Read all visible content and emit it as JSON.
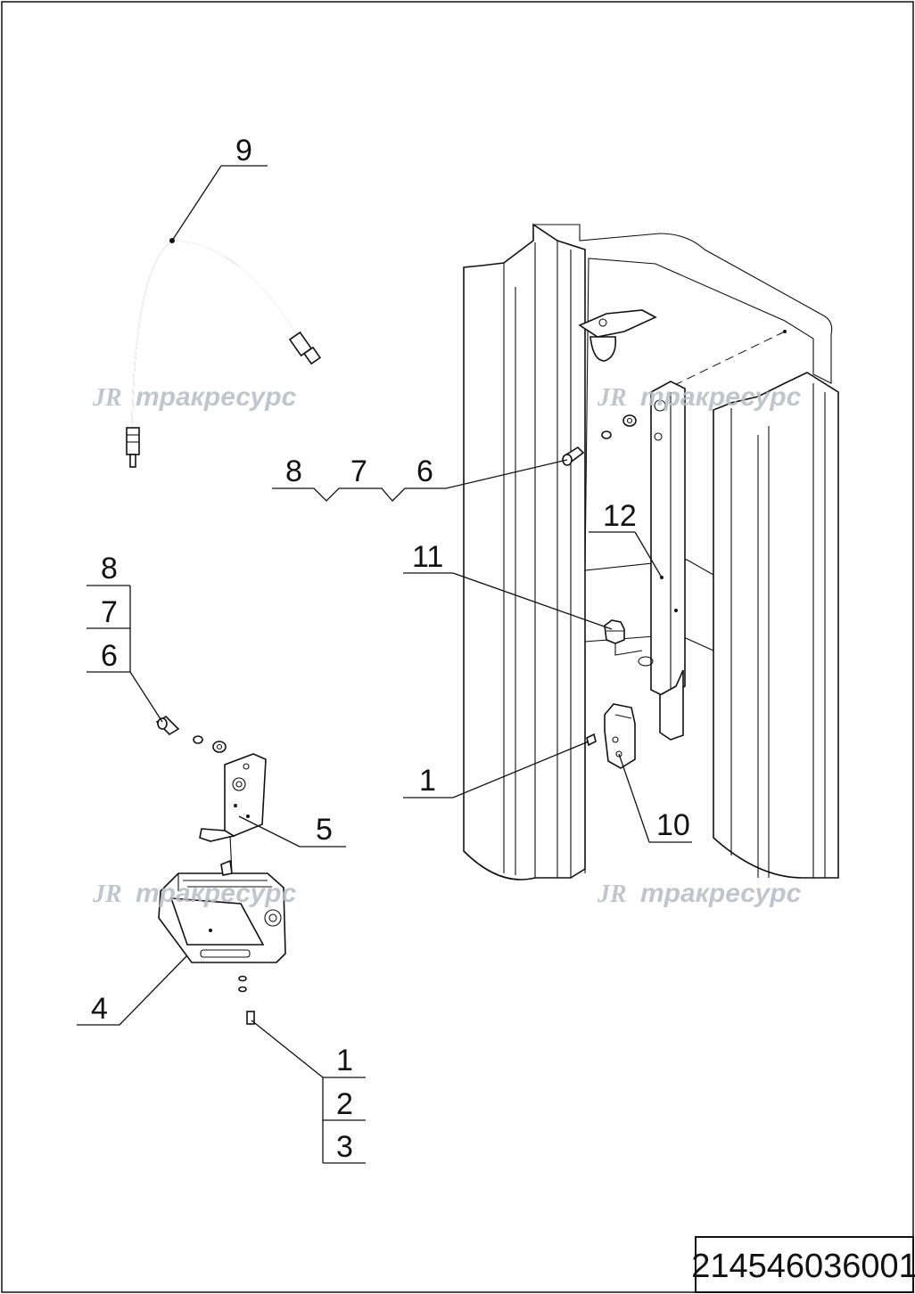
{
  "drawing": {
    "document_number": "214546036001",
    "watermark_logo": "JR",
    "watermark_text": "тракресурс",
    "callouts": {
      "c9": "9",
      "c8a": "8",
      "c7a": "7",
      "c6a": "6",
      "c12": "12",
      "c11": "11",
      "c8b": "8",
      "c7b": "7",
      "c6b": "6",
      "c5": "5",
      "c1a": "1",
      "c10": "10",
      "c4": "4",
      "c1b": "1",
      "c2": "2",
      "c3": "3"
    }
  }
}
